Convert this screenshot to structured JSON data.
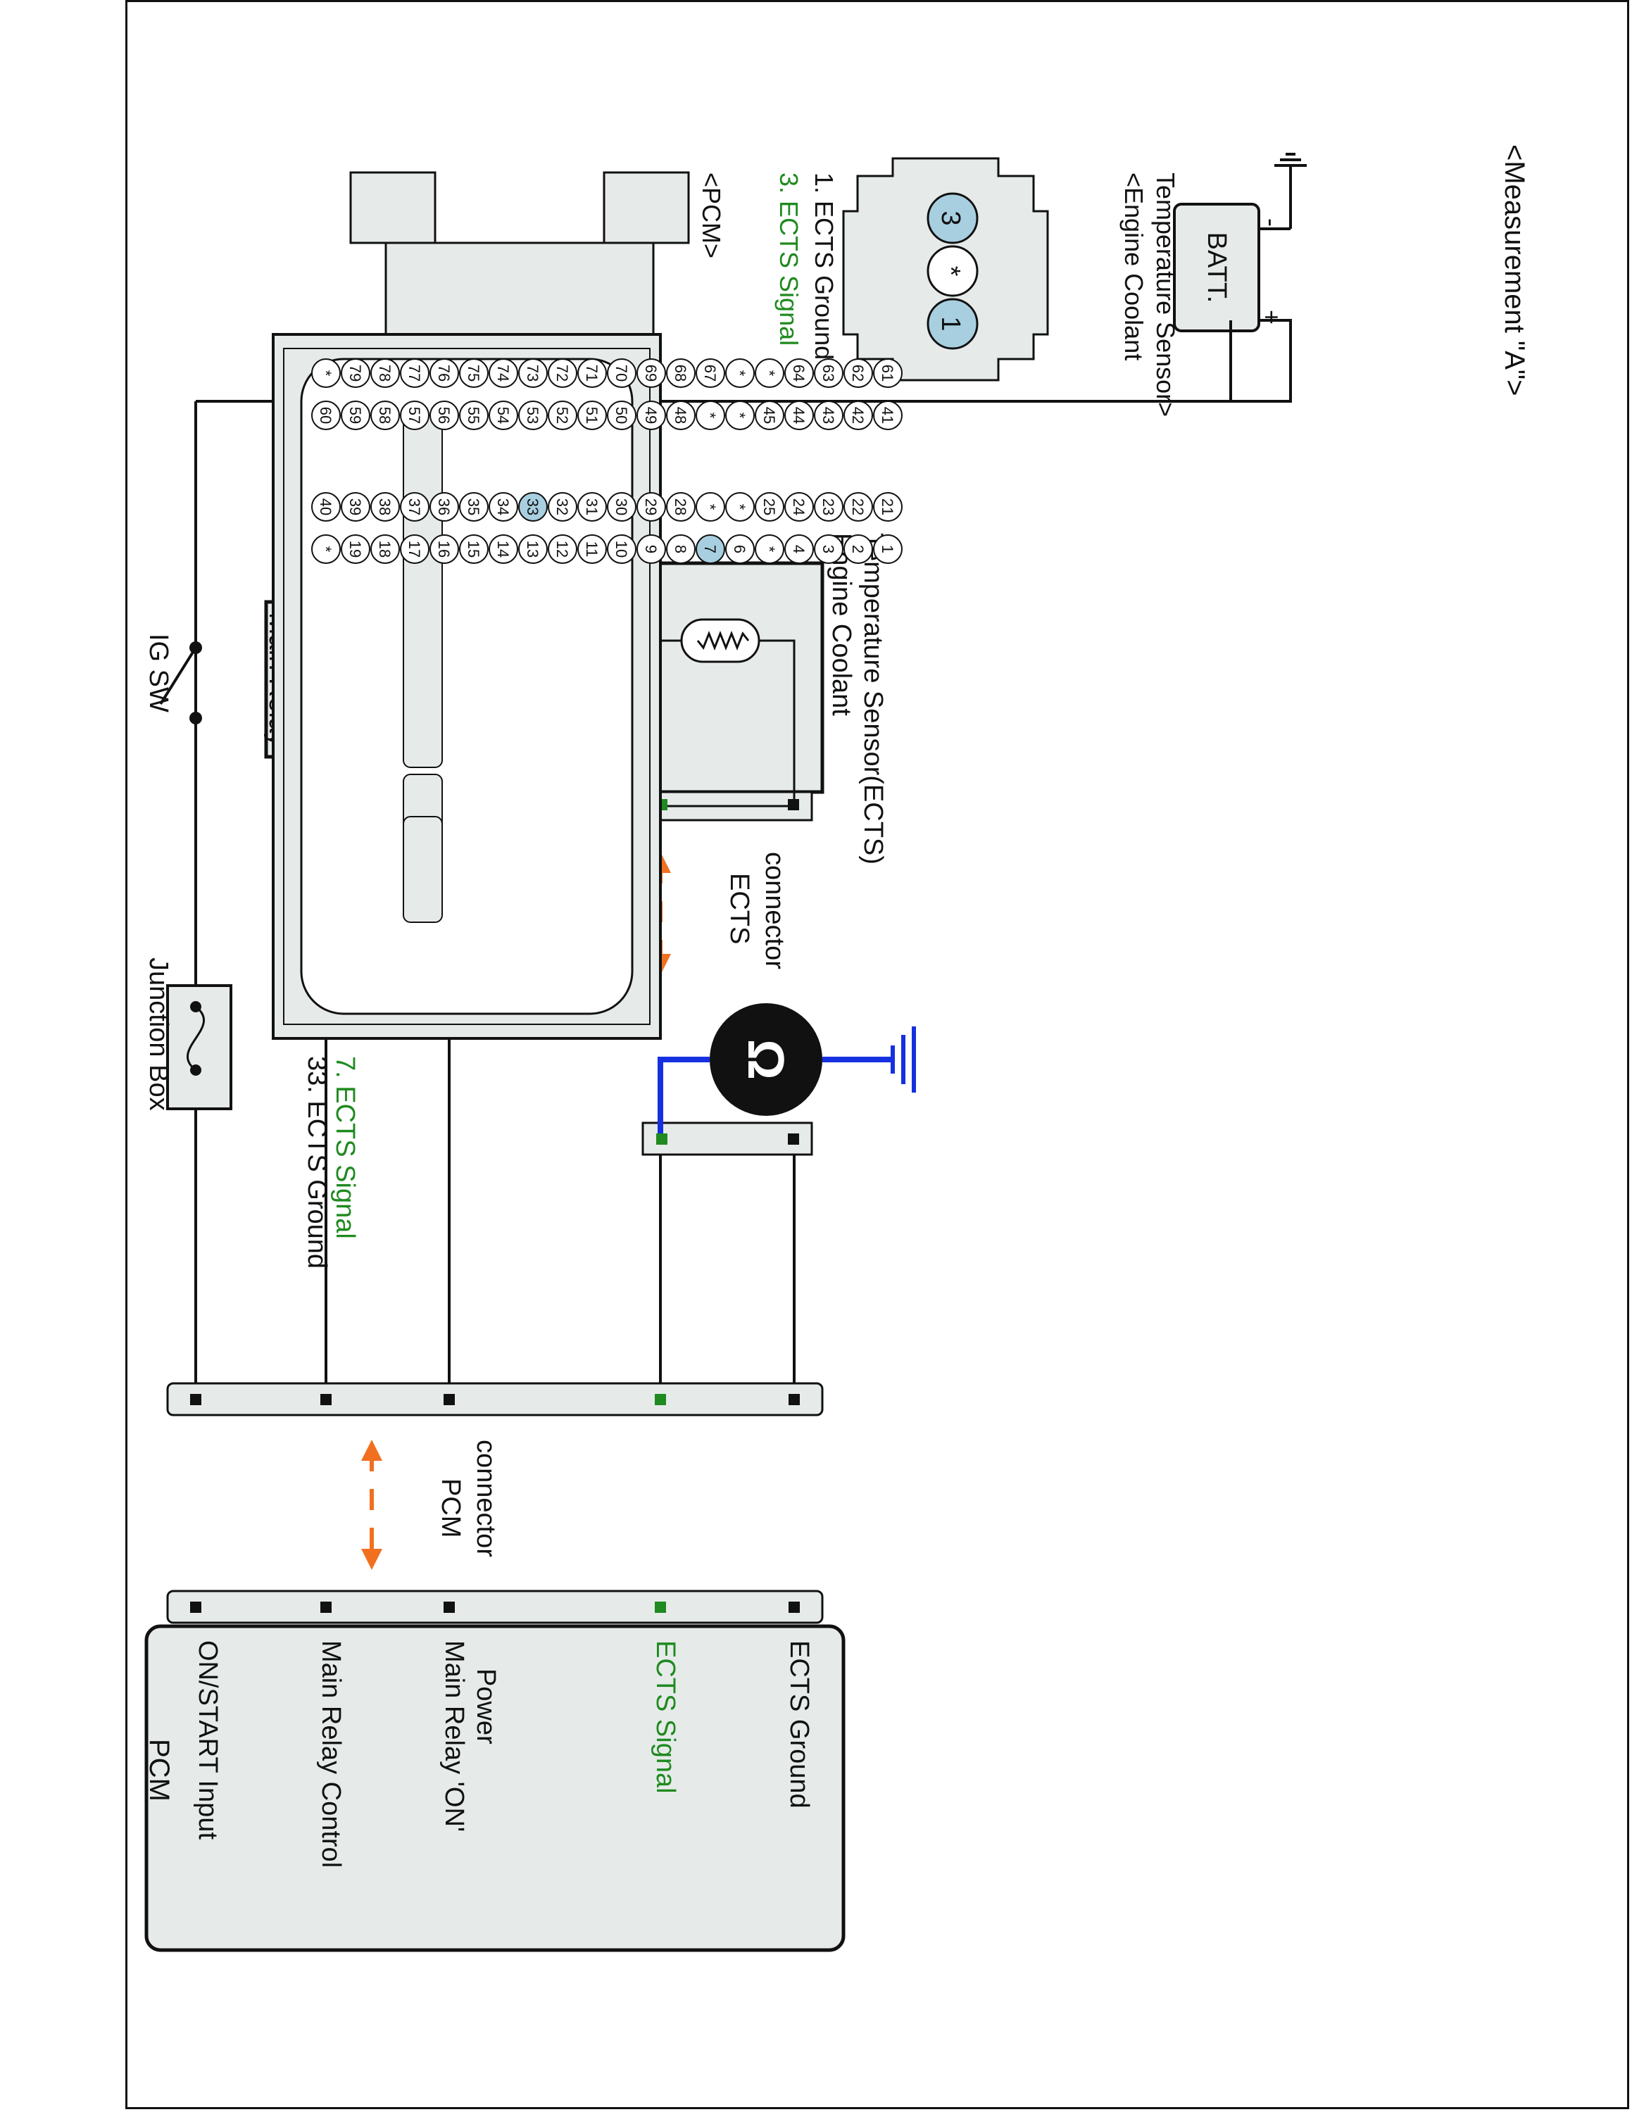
{
  "measurement": {
    "title": "<Measurement \"A\">"
  },
  "battery": {
    "label": "BATT.",
    "neg": "-",
    "pos": "+"
  },
  "ig_switch": {
    "label": "IG SW"
  },
  "main_relay": {
    "label": "Main Relay"
  },
  "junction_box": {
    "label": "Junction Box"
  },
  "ects_sensor": {
    "label_line1": "Engine Coolant",
    "label_line2": "Temperature Sensor(ECTS)"
  },
  "ects_connector": {
    "label_line1": "ECTS",
    "label_line2": "connector"
  },
  "pcm_connector": {
    "label_line1": "PCM",
    "label_line2": "connector"
  },
  "pcm_box": {
    "title": "PCM",
    "pins": [
      {
        "line1": "ON/START Input",
        "line2": "",
        "color": "#111111"
      },
      {
        "line1": "Main Relay Control",
        "line2": "",
        "color": "#111111"
      },
      {
        "line1": "Main Relay 'ON'",
        "line2": "Power",
        "color": "#111111"
      },
      {
        "line1": "ECTS Signal",
        "line2": "",
        "color": "#1f8a1f"
      },
      {
        "line1": "ECTS Ground",
        "line2": "",
        "color": "#111111"
      }
    ]
  },
  "sensor_connector_view": {
    "title_line1": "<Engine Coolant",
    "title_line2": "Temperature Sensor>",
    "pins": [
      "3",
      "*",
      "1"
    ],
    "legend": [
      {
        "text": "1. ECTS Ground",
        "color": "#111111"
      },
      {
        "text": "3. ECTS Signal",
        "color": "#1f8a1f"
      }
    ]
  },
  "pcm_connector_view": {
    "title": "<PCM>",
    "row1": [
      "*",
      "19",
      "18",
      "17",
      "16",
      "15",
      "14",
      "13",
      "12",
      "11",
      "10",
      "9",
      "8",
      "7",
      "6",
      "*",
      "4",
      "3",
      "2",
      "1"
    ],
    "row2": [
      "40",
      "39",
      "38",
      "37",
      "36",
      "35",
      "34",
      "33",
      "32",
      "31",
      "30",
      "29",
      "28",
      "*",
      "*",
      "25",
      "24",
      "23",
      "22",
      "21"
    ],
    "row3": [
      "60",
      "59",
      "58",
      "57",
      "56",
      "55",
      "54",
      "53",
      "52",
      "51",
      "50",
      "49",
      "48",
      "*",
      "*",
      "45",
      "44",
      "43",
      "42",
      "41"
    ],
    "row4": [
      "*",
      "79",
      "78",
      "77",
      "76",
      "75",
      "74",
      "73",
      "72",
      "71",
      "70",
      "69",
      "68",
      "67",
      "*",
      "*",
      "64",
      "63",
      "62",
      "61"
    ],
    "highlighted": [
      "7",
      "33"
    ],
    "legend": [
      {
        "text": "7.  ECTS Signal",
        "color": "#1f8a1f"
      },
      {
        "text": "33. ECTS Ground",
        "color": "#111111"
      }
    ]
  },
  "colors": {
    "signal": "#1f8a1f",
    "probe": "#1530e0",
    "arrow": "#f07020",
    "highlight": "#a8cfe0",
    "fill": "#e6ebea"
  }
}
